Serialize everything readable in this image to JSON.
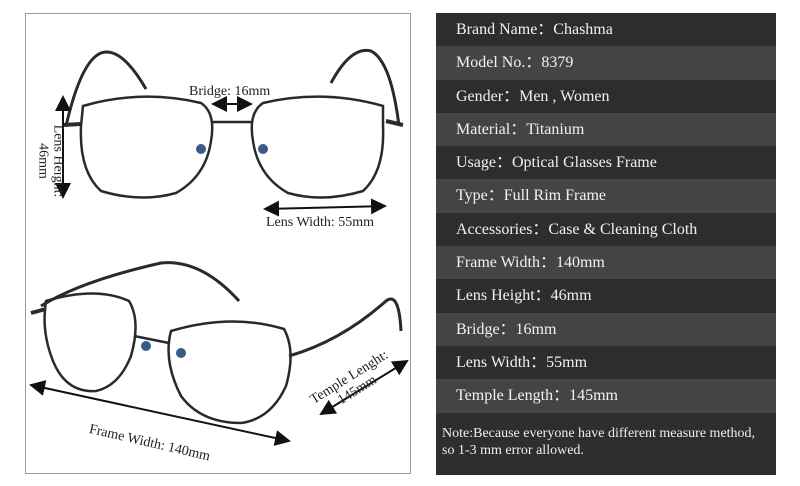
{
  "dimensions": {
    "bridge": "Bridge: 16mm",
    "lens_height_line1": "Lens Height:",
    "lens_height_line2": "46mm",
    "lens_width": "Lens Width: 55mm",
    "frame_width": "Frame Width:  140mm",
    "temple_length_line1": "Temple Lenght:",
    "temple_length_line2": "145mm"
  },
  "specs": [
    {
      "text": "Brand Name：Chashma"
    },
    {
      "text": "Model No.：8379"
    },
    {
      "text": "Gender：Men , Women"
    },
    {
      "text": "Material：Titanium"
    },
    {
      "text": "Usage：Optical Glasses Frame"
    },
    {
      "text": "Type：Full Rim Frame"
    },
    {
      "text": "Accessories：Case & Cleaning Cloth"
    },
    {
      "text": "Frame Width：140mm"
    },
    {
      "text": "Lens Height：46mm"
    },
    {
      "text": "Bridge：16mm"
    },
    {
      "text": "Lens Width：55mm"
    },
    {
      "text": "Temple Length：145mm"
    }
  ],
  "note": {
    "line1": "Note:Because everyone have different measure method,",
    "line2": "so 1-3 mm error allowed."
  },
  "colors": {
    "row_dark": "#2d2c2e",
    "row_light": "#444346",
    "frame": "#2a2a2e"
  }
}
